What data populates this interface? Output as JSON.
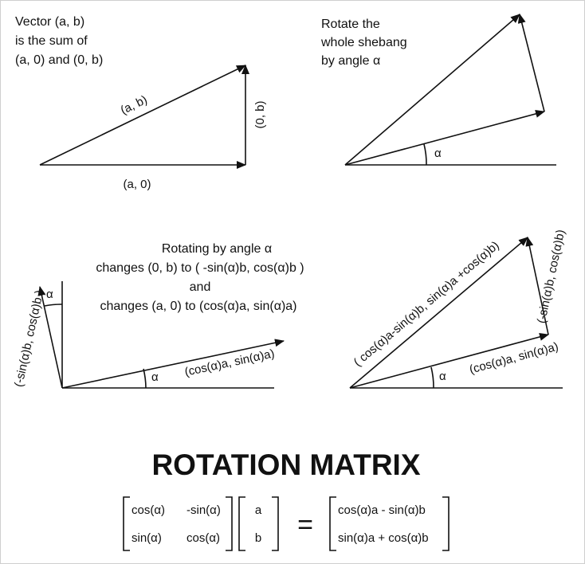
{
  "panel1": {
    "caption": [
      "Vector (a, b)",
      "is the sum of",
      "(a, 0) and (0, b)"
    ],
    "label_ab": "(a, b)",
    "label_a0": "(a, 0)",
    "label_0b": "(0, b)"
  },
  "panel2": {
    "caption": [
      "Rotate the",
      "whole shebang",
      "by angle α"
    ],
    "angle": "α"
  },
  "panel3": {
    "caption": [
      "Rotating by angle α",
      "changes (0, b) to ( -sin(α)b,  cos(α)b )",
      "and",
      "changes (a, 0) to (cos(α)a,  sin(α)a)"
    ],
    "angle_bottom": "α",
    "angle_top": "α",
    "label_rot_a": "(cos(α)a,  sin(α)a)",
    "label_rot_b": "(-sin(α)b,  cos(α)b )"
  },
  "panel4": {
    "angle": "α",
    "label_rot_a": "(cos(α)a,  sin(α)a)",
    "label_rot_b": "(-sin(α)b,  cos(α)b)",
    "label_sum": "( cos(α)a-sin(α)b,  sin(α)a +cos(α)b)"
  },
  "title": "ROTATION MATRIX",
  "equation": {
    "matrix": [
      [
        "cos(α)",
        "-sin(α)"
      ],
      [
        "sin(α)",
        "cos(α)"
      ]
    ],
    "vector": [
      "a",
      "b"
    ],
    "equals": "=",
    "result": [
      "cos(α)a - sin(α)b",
      "sin(α)a + cos(α)b"
    ]
  }
}
